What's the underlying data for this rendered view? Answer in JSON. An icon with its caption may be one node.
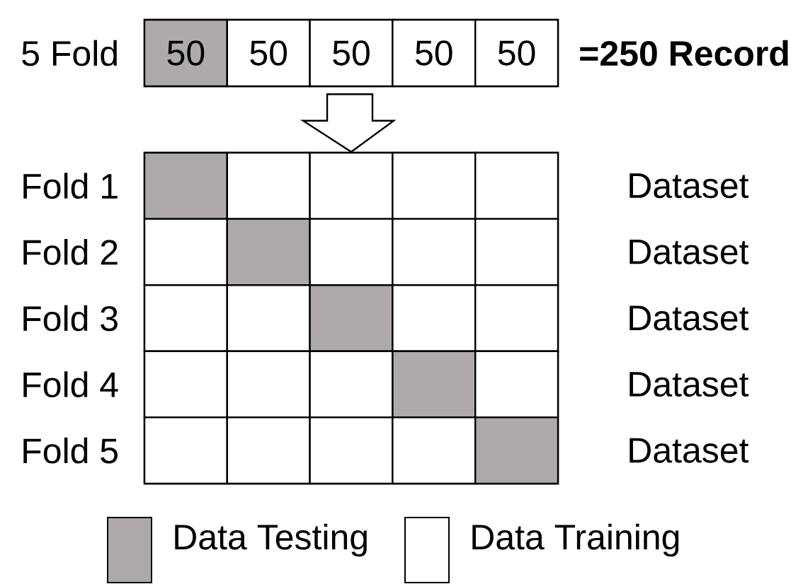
{
  "diagram": {
    "nodes": [
      {
        "text": [],
        "shape": "bar",
        "beside": [
          "5 Fold",
          "=250 Record"
        ]
      },
      {
        "text": [
          "50"
        ],
        "in": 0
      },
      {
        "text": [
          "50"
        ],
        "in": 0
      },
      {
        "text": [
          "50"
        ],
        "in": 0
      },
      {
        "text": [
          "50"
        ],
        "in": 0
      },
      {
        "text": [
          "50"
        ],
        "in": 0
      },
      {
        "text": [],
        "shape": "box"
      },
      {
        "text": [],
        "shape": "bar",
        "in": 6,
        "beside": [
          "Fold 1",
          "Dataset"
        ]
      },
      {
        "text": [],
        "shape": "bar",
        "in": 6,
        "beside": [
          "Fold 2",
          "Dataset"
        ]
      },
      {
        "text": [],
        "shape": "bar",
        "in": 6,
        "beside": [
          "Fold 3",
          "Dataset"
        ]
      },
      {
        "text": [],
        "shape": "bar",
        "in": 6,
        "beside": [
          "Fold 4",
          "Dataset"
        ]
      },
      {
        "text": [],
        "shape": "bar",
        "in": 6,
        "beside": [
          "Fold 5",
          "Dataset"
        ]
      }
    ],
    "edges": [
      {
        "from": 0,
        "to": 6,
        "arrow": "to"
      }
    ],
    "legend": [
      {
        "text": "Data Testing",
        "color": "#aeaaa9"
      },
      {
        "text": "Data Training"
      }
    ]
  }
}
